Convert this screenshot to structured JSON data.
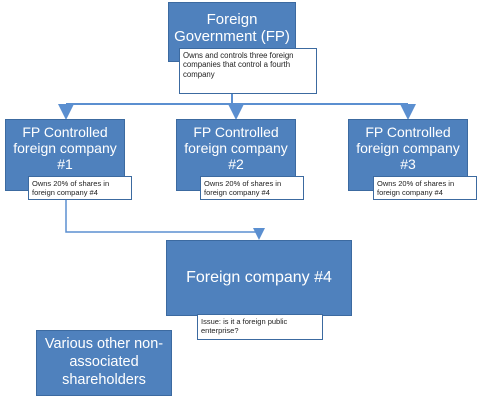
{
  "nodes": {
    "foreign_government": {
      "line1": "Foreign",
      "line2": "Government (FP)",
      "note": "Owns and controls three foreign companies that control a fourth company"
    },
    "controlled_1": {
      "line1": "FP Controlled",
      "line2": "foreign company",
      "line3": "#1",
      "note": "Owns 20% of shares in foreign company #4"
    },
    "controlled_2": {
      "line1": "FP Controlled",
      "line2": "foreign company",
      "line3": "#2",
      "note": "Owns 20% of shares in foreign company #4"
    },
    "controlled_3": {
      "line1": "FP Controlled",
      "line2": "foreign company",
      "line3": "#3",
      "note": "Owns 20% of shares in foreign company #4"
    },
    "company_4": {
      "label": "Foreign company #4",
      "note": "Issue: is it a foreign public enterprise?"
    },
    "other_shareholders": {
      "line1": "Various other non-",
      "line2": "associated",
      "line3": "shareholders"
    }
  },
  "colors": {
    "box_fill": "#4f81bd",
    "box_border": "#3c6aa0",
    "connector": "#5b8fd0"
  }
}
